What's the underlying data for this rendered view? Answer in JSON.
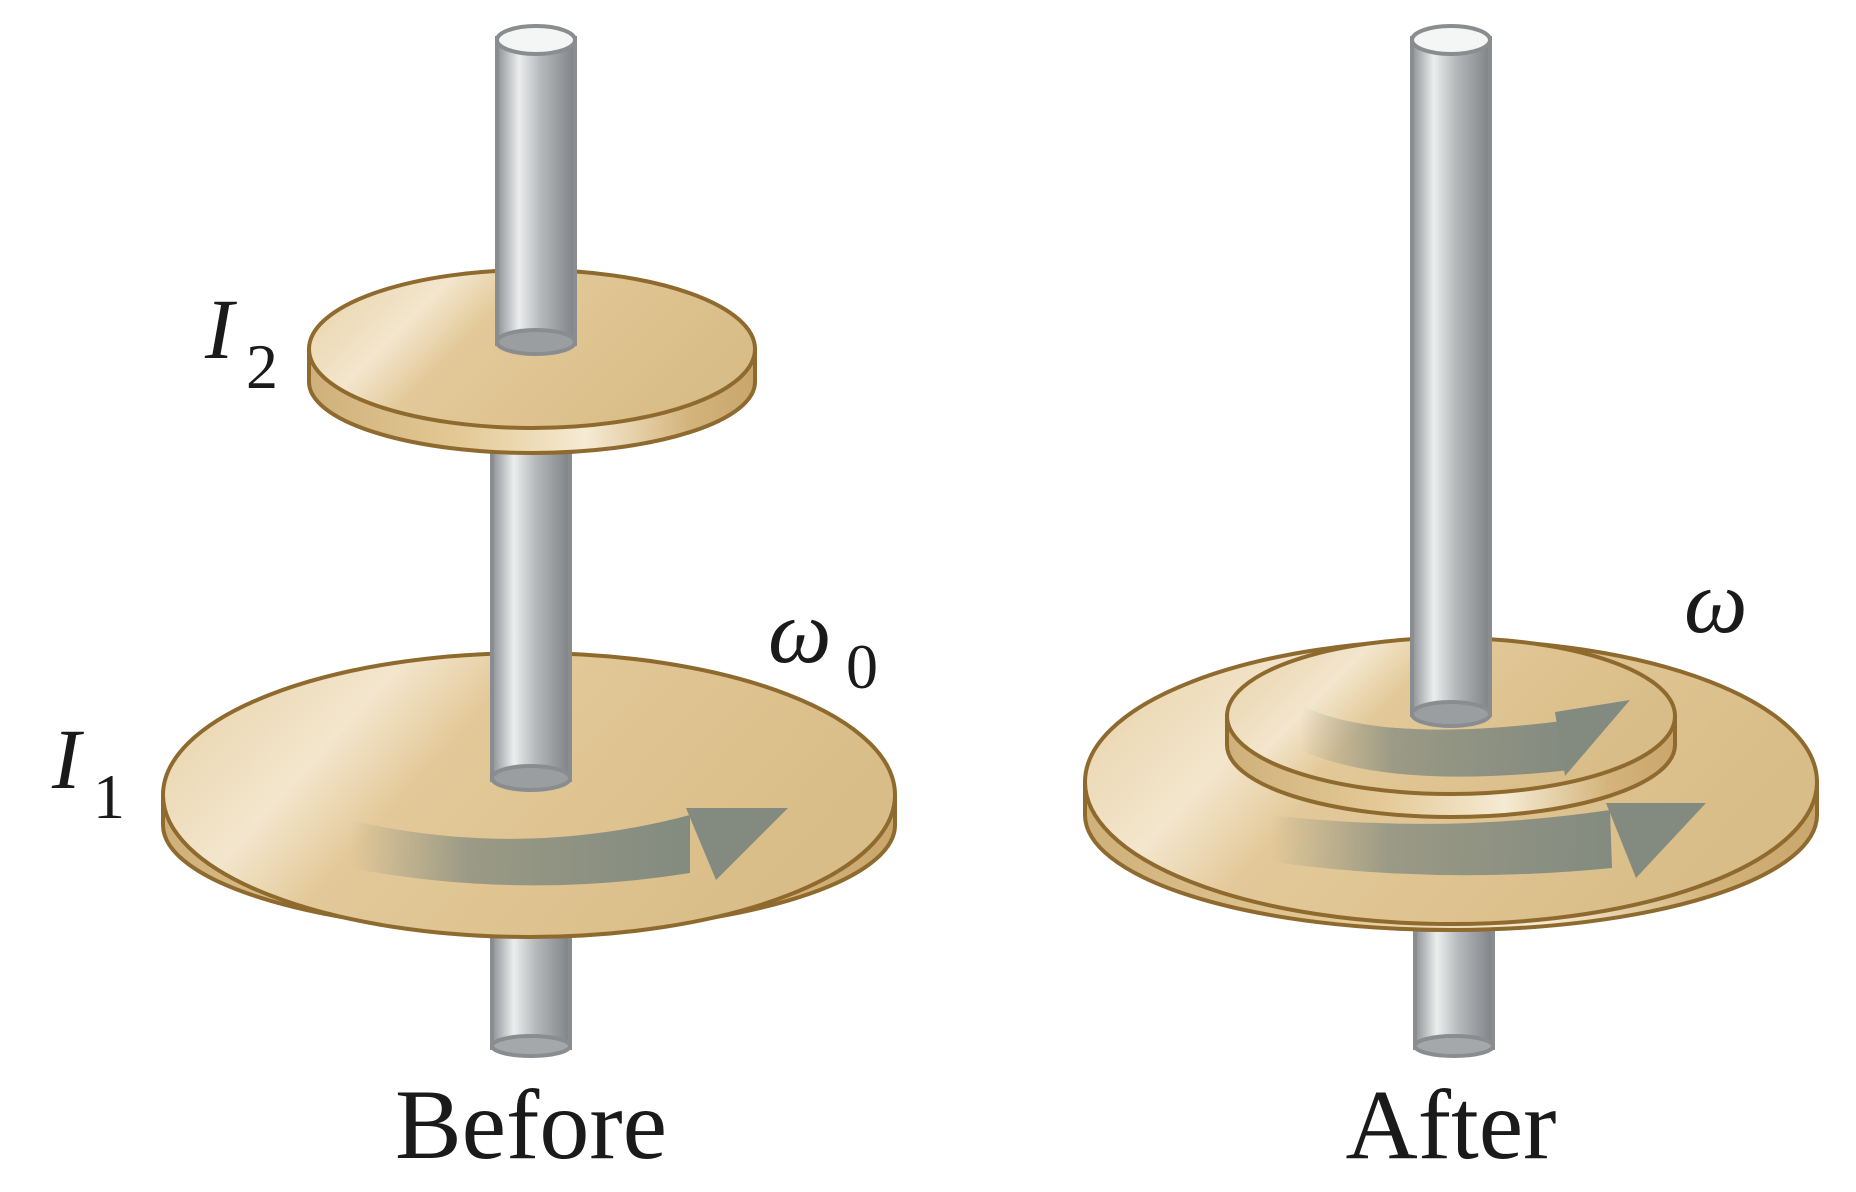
{
  "before": {
    "caption": "Before",
    "upper_disk_label": {
      "symbol": "I",
      "subscript": "2"
    },
    "lower_disk_label": {
      "symbol": "I",
      "subscript": "1"
    },
    "angular_velocity_label": {
      "symbol": "ω",
      "subscript": "0"
    }
  },
  "after": {
    "caption": "After",
    "angular_velocity_label": {
      "symbol": "ω"
    }
  },
  "colors": {
    "disk_fill": "#dfc597",
    "disk_edge": "#8f6a2e",
    "rod": "#a9acaf",
    "arrow": "#838b80"
  }
}
